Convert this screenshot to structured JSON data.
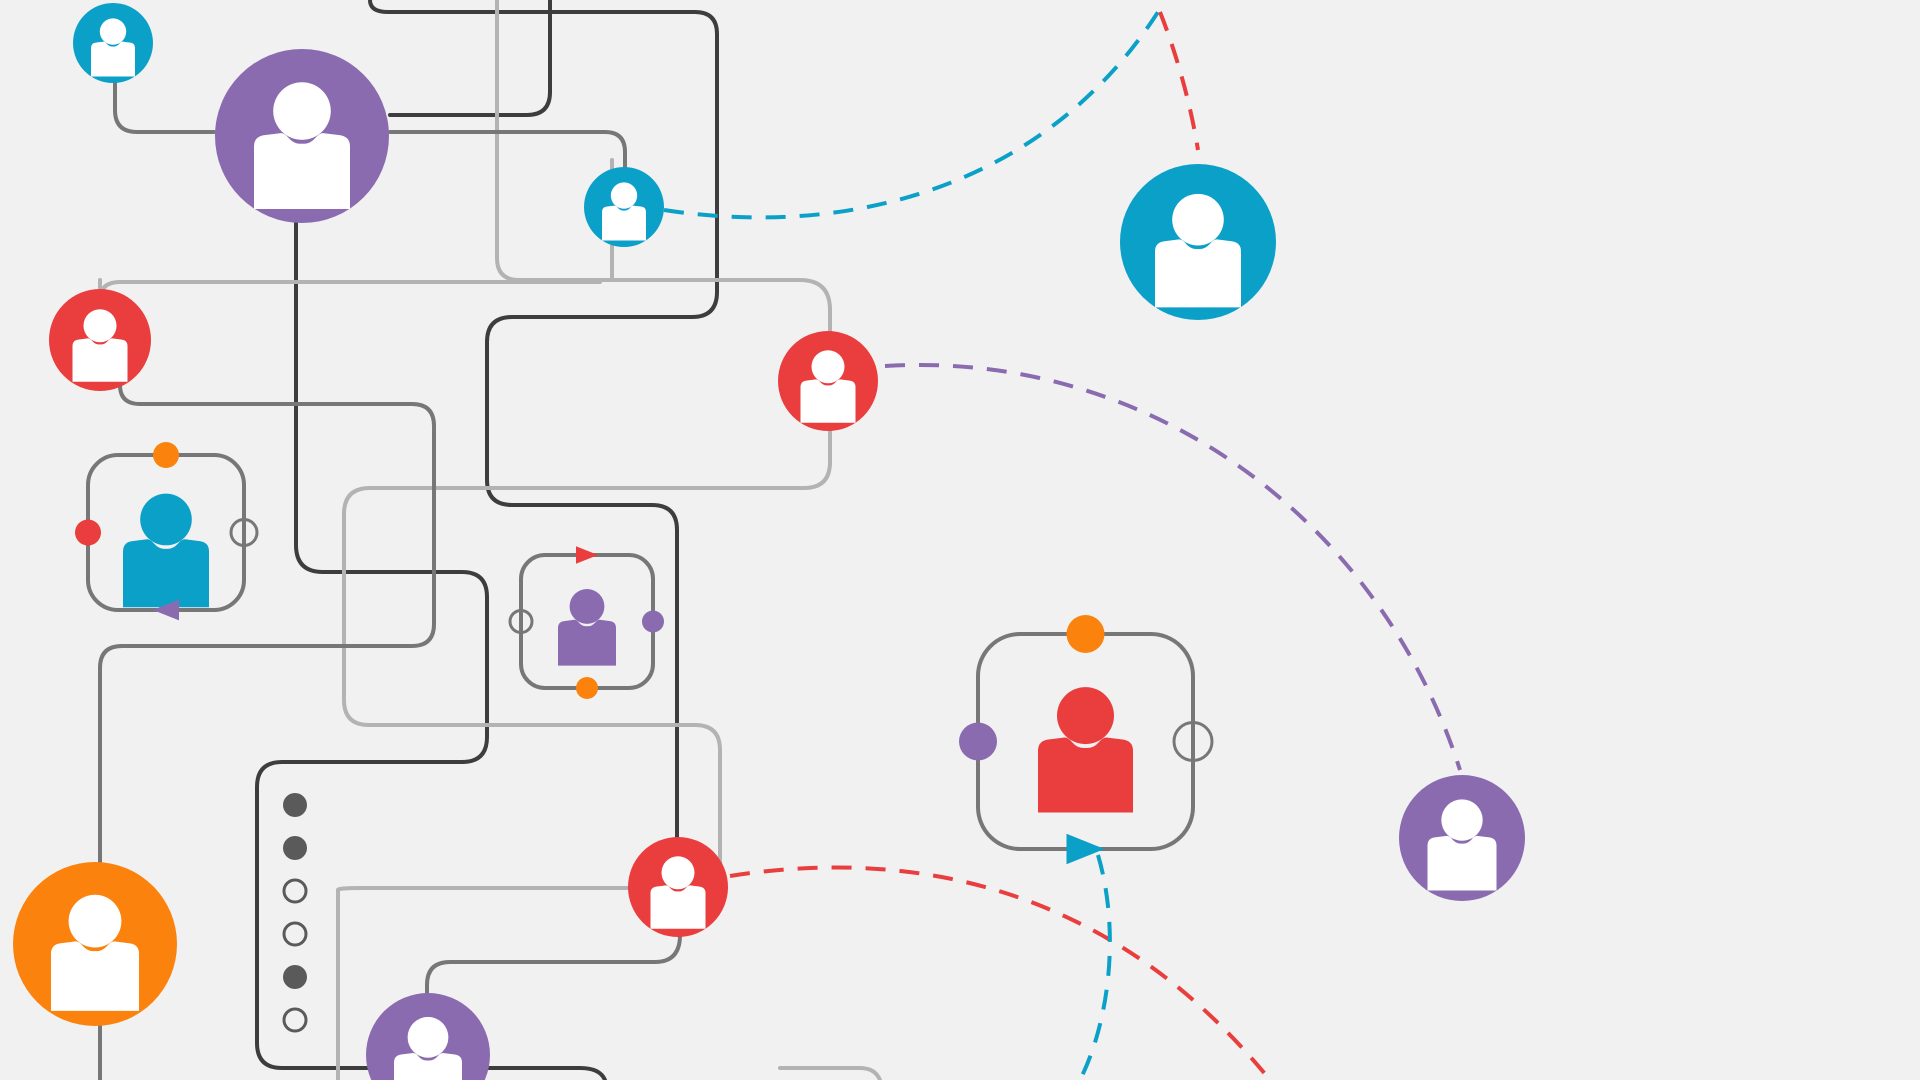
{
  "palette": {
    "background": "#f1f1f1",
    "purple": "#8a6bb0",
    "blue": "#0ba0c8",
    "red": "#ea3d3d",
    "orange": "#fb820d",
    "line_dark": "#3d3d3d",
    "line_mid": "#777777",
    "line_light": "#b3b3b3",
    "icon_fill": "#ffffff"
  },
  "icons": {
    "person": "user-avatar-icon",
    "port_arrow": "arrow-marker-icon",
    "port_dot": "connector-dot-icon"
  },
  "nodes": [
    {
      "name": "user-node-blue-top",
      "color": "blue"
    },
    {
      "name": "user-node-purple-large",
      "color": "purple"
    },
    {
      "name": "user-node-blue-small",
      "color": "blue"
    },
    {
      "name": "user-node-blue-right",
      "color": "blue"
    },
    {
      "name": "user-node-red-left",
      "color": "red"
    },
    {
      "name": "user-node-red-middle",
      "color": "red"
    },
    {
      "name": "user-node-red-lower",
      "color": "red"
    },
    {
      "name": "user-node-purple-right",
      "color": "purple"
    },
    {
      "name": "user-node-orange-bottom",
      "color": "orange"
    },
    {
      "name": "user-node-purple-bottom",
      "color": "purple"
    }
  ],
  "cards": [
    {
      "name": "user-card-blue",
      "person_color": "blue"
    },
    {
      "name": "user-card-purple",
      "person_color": "purple"
    },
    {
      "name": "user-card-red",
      "person_color": "red"
    }
  ],
  "connections": [
    {
      "name": "dashed-link-blue",
      "color": "blue"
    },
    {
      "name": "dashed-link-red-top",
      "color": "red"
    },
    {
      "name": "dashed-link-purple",
      "color": "purple"
    },
    {
      "name": "dashed-link-red-bottom",
      "color": "red"
    },
    {
      "name": "dashed-link-blue-bottom",
      "color": "blue"
    }
  ]
}
